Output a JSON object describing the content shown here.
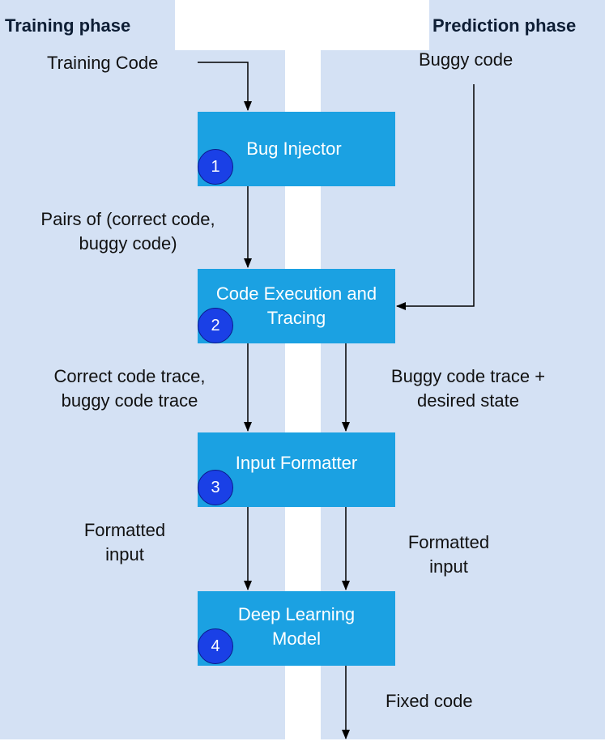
{
  "phases": {
    "training": {
      "title": "Training phase"
    },
    "prediction": {
      "title": "Prediction phase"
    }
  },
  "inputs": {
    "training_code": "Training Code",
    "buggy_code": "Buggy code"
  },
  "boxes": [
    {
      "label": "Bug Injector",
      "step": "1"
    },
    {
      "label": "Code Execution and\nTracing",
      "step": "2"
    },
    {
      "label": "Input Formatter",
      "step": "3"
    },
    {
      "label": "Deep Learning\nModel",
      "step": "4"
    }
  ],
  "edge_labels": {
    "pairs": "Pairs of (correct code,\nbuggy code)",
    "training_traces": "Correct code trace,\nbuggy code trace",
    "prediction_traces": "Buggy code trace +\ndesired state",
    "formatted_training": "Formatted\ninput",
    "formatted_prediction": "Formatted\ninput",
    "output": "Fixed code"
  },
  "colors": {
    "panel": "#d4e1f4",
    "box": "#1ba1e2",
    "badge": "#1a40e6",
    "title": "#0e1e35"
  }
}
